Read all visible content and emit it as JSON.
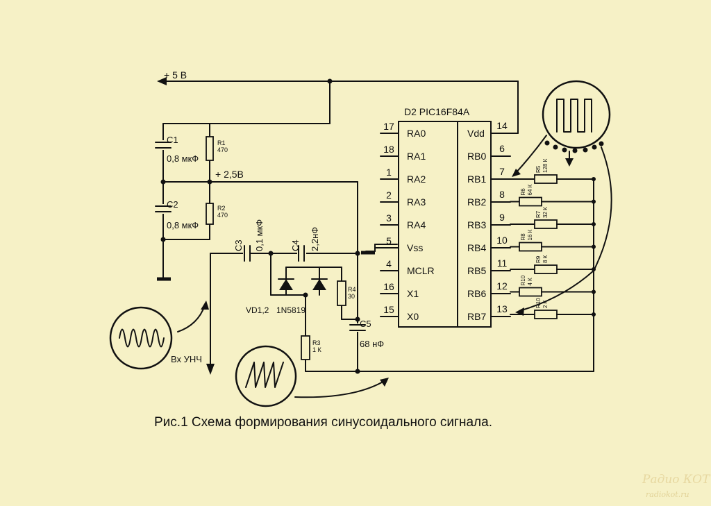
{
  "caption": "Рис.1 Схема формирования синусоидального сигнала.",
  "watermark": {
    "brand": "Радио КОТ",
    "url": "radiokot.ru"
  },
  "supply": {
    "v5": "+ 5 В",
    "v25": "+ 2,5В"
  },
  "chip": {
    "name": "D2 PIC16F84A",
    "left_pins": [
      {
        "num": "17",
        "name": "RA0"
      },
      {
        "num": "18",
        "name": "RA1"
      },
      {
        "num": "1",
        "name": "RA2"
      },
      {
        "num": "2",
        "name": "RA3"
      },
      {
        "num": "3",
        "name": "RA4"
      },
      {
        "num": "5",
        "name": "Vss"
      },
      {
        "num": "4",
        "name": "MCLR"
      },
      {
        "num": "16",
        "name": "X1"
      },
      {
        "num": "15",
        "name": "X0"
      }
    ],
    "right_pins": [
      {
        "num": "14",
        "name": "Vdd"
      },
      {
        "num": "6",
        "name": "RB0"
      },
      {
        "num": "7",
        "name": "RB1"
      },
      {
        "num": "8",
        "name": "RB2"
      },
      {
        "num": "9",
        "name": "RB3"
      },
      {
        "num": "10",
        "name": "RB4"
      },
      {
        "num": "11",
        "name": "RB5"
      },
      {
        "num": "12",
        "name": "RB6"
      },
      {
        "num": "13",
        "name": "RB7"
      }
    ]
  },
  "components": {
    "c1": {
      "name": "C1",
      "value": "0,8 мкФ"
    },
    "c2": {
      "name": "C2",
      "value": "0,8 мкФ"
    },
    "r1": {
      "name": "R1",
      "value": "470"
    },
    "r2": {
      "name": "R2",
      "value": "470"
    },
    "c3": {
      "name": "C3",
      "value": "0,1 мкФ"
    },
    "c4": {
      "name": "C4",
      "value": "2,2нФ"
    },
    "c5": {
      "name": "C5",
      "value": "68 нФ"
    },
    "r3": {
      "name": "R3",
      "value": "1 К"
    },
    "r4": {
      "name": "R4",
      "value": "30"
    },
    "vd": {
      "name": "VD1,2",
      "value": "1N5819"
    },
    "ladder": [
      {
        "name": "R5",
        "value": "128 К"
      },
      {
        "name": "R6",
        "value": "64 К"
      },
      {
        "name": "R7",
        "value": "32 К"
      },
      {
        "name": "R8",
        "value": "16 К"
      },
      {
        "name": "R9",
        "value": "8 К"
      },
      {
        "name": "R10",
        "value": "4 К"
      },
      {
        "name": "R10",
        "value": "2 К"
      }
    ]
  },
  "output_label": "Вх УНЧ"
}
